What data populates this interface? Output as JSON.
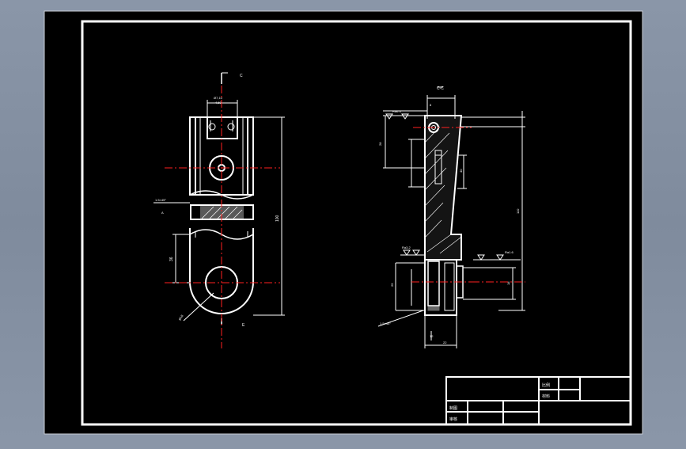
{
  "drawing": {
    "background_color": "#000000",
    "line_color": "#ffffff",
    "centerline_color": "#ff0000",
    "frame_color": "#7f8b9d",
    "front_view": {
      "top_marker": "C",
      "bottom_marker": "E",
      "top_dim_1": "Ø7,10",
      "top_dim_2": "4,50",
      "chamfer_note": "1.5×45°",
      "left_height_dim": "36",
      "right_height_dim": "100",
      "section_mark": "A",
      "hole_note": "Ø16"
    },
    "side_view": {
      "top_marker": "C-C",
      "dim_18": "18",
      "dim_28": "28",
      "dim_110": "110",
      "dim_40": "40",
      "dim_8": "8",
      "dim_12": "12",
      "dim_25": "25",
      "dim_22": "22",
      "roughness_1": "Ra6.3",
      "roughness_2": "Ra3.2",
      "roughness_3": "Ra1.6",
      "chamfer_note": "1.5×45°"
    },
    "title_block": {
      "label_1": "比例",
      "label_2": "材料",
      "label_3": "制图",
      "label_4": "审核"
    }
  }
}
